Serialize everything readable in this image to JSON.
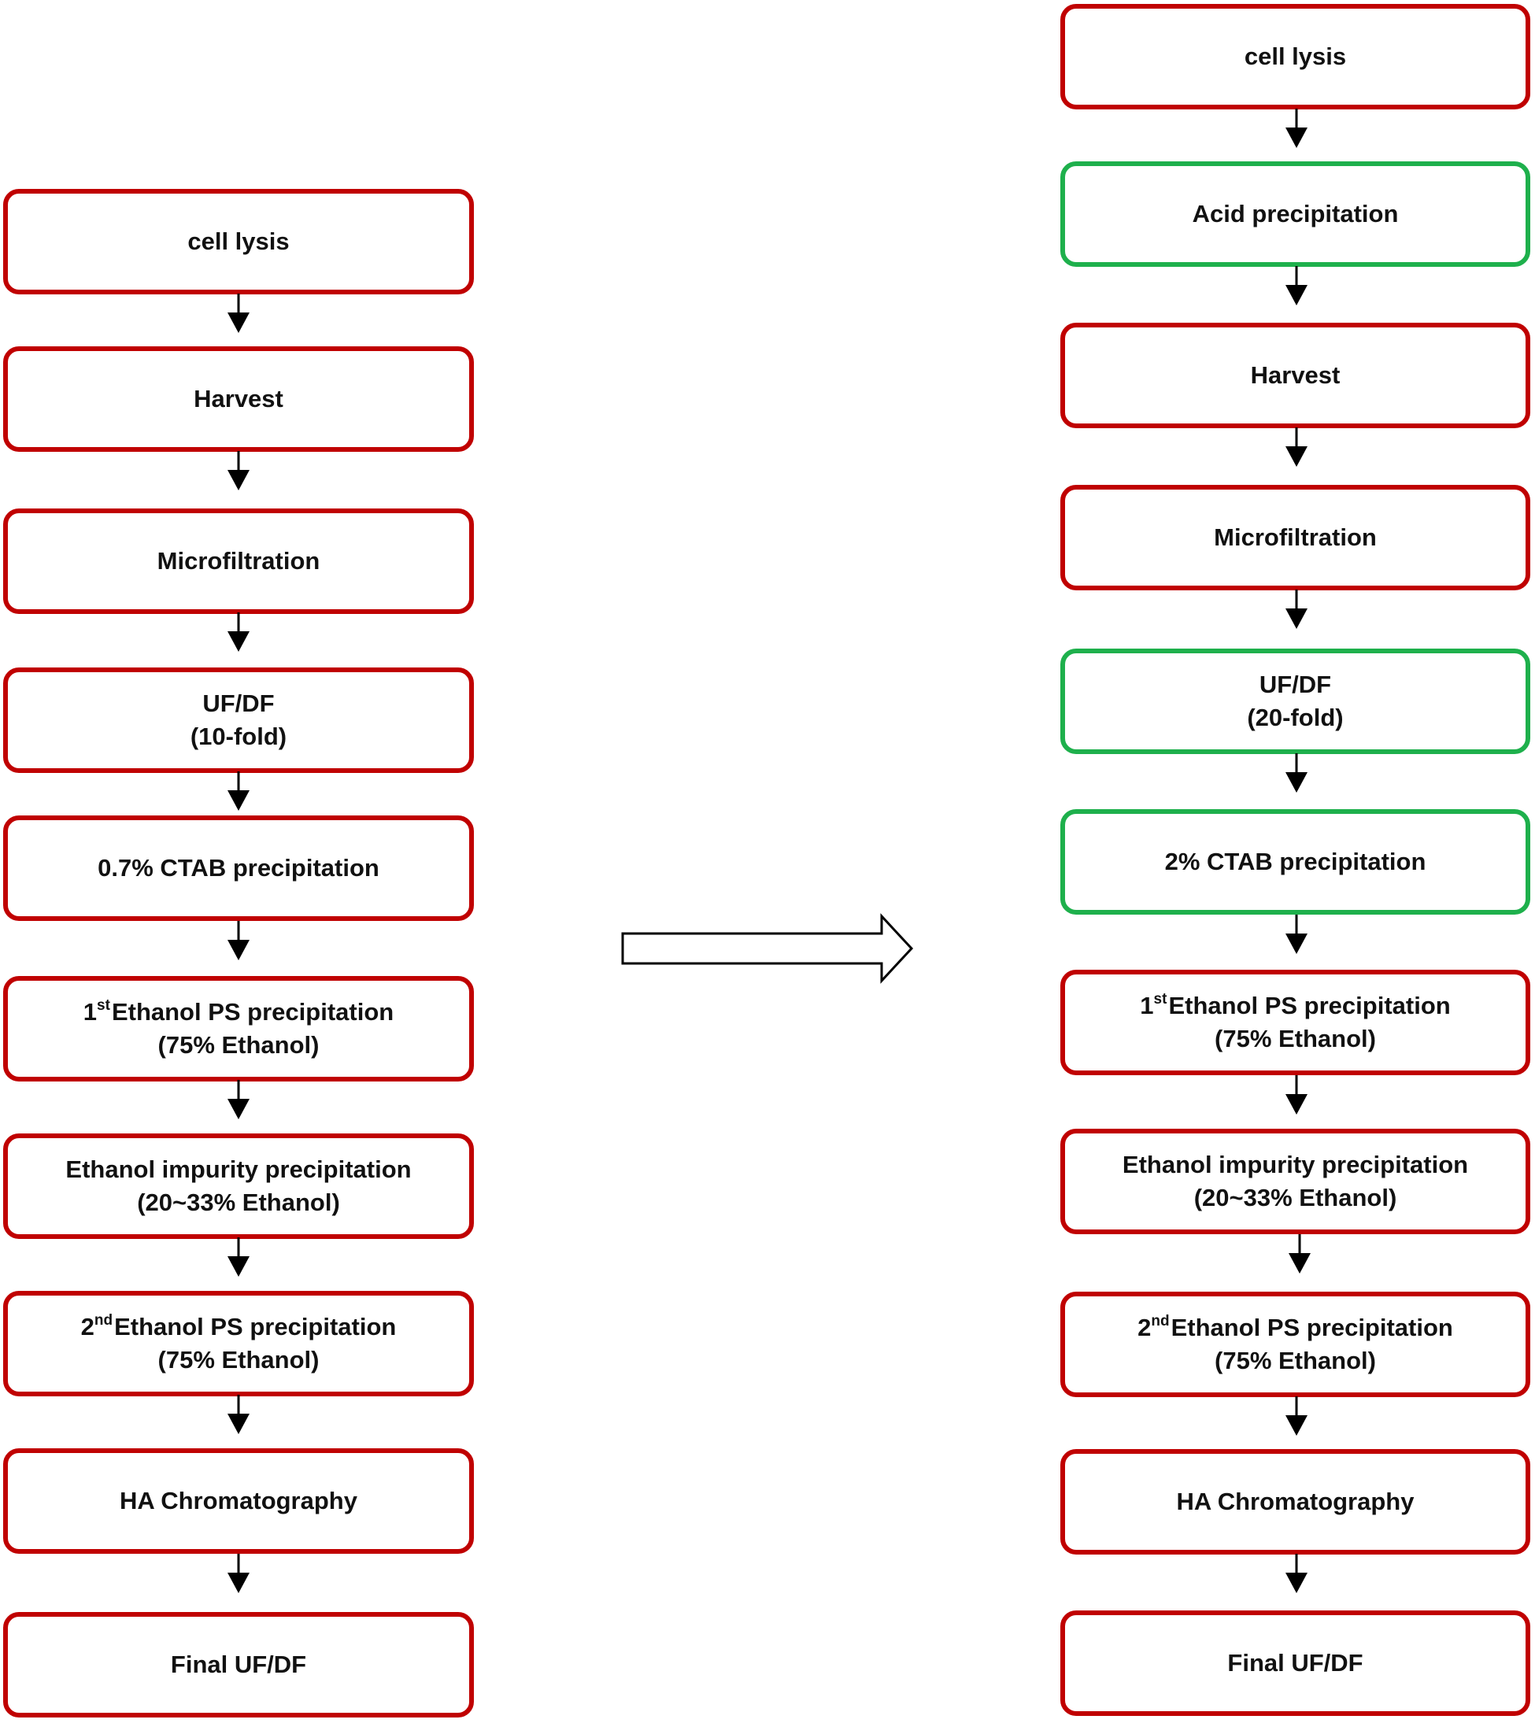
{
  "colors": {
    "standard_border": "#c00000",
    "changed_border": "#1eb04c",
    "arrow": "#000000"
  },
  "left_flow": [
    {
      "label": "cell lysis"
    },
    {
      "label": "Harvest"
    },
    {
      "label": "Microfiltration"
    },
    {
      "label": "UF/DF",
      "sub": "(10-fold)"
    },
    {
      "label": "0.7% CTAB precipitation"
    },
    {
      "ord_num": "1",
      "ord_sup": "st",
      "label": "Ethanol PS precipitation",
      "sub": "(75% Ethanol)"
    },
    {
      "label": "Ethanol impurity precipitation",
      "sub": "(20~33% Ethanol)"
    },
    {
      "ord_num": "2",
      "ord_sup": "nd",
      "label": "Ethanol PS precipitation",
      "sub": "(75% Ethanol)"
    },
    {
      "label": "HA Chromatography"
    },
    {
      "label": "Final UF/DF"
    }
  ],
  "right_flow": [
    {
      "label": "cell lysis"
    },
    {
      "label": "Acid precipitation",
      "changed": true
    },
    {
      "label": "Harvest"
    },
    {
      "label": "Microfiltration"
    },
    {
      "label": "UF/DF",
      "sub": "(20-fold)",
      "changed": true
    },
    {
      "label": "2% CTAB precipitation",
      "changed": true
    },
    {
      "ord_num": "1",
      "ord_sup": "st",
      "label": "Ethanol PS precipitation",
      "sub": "(75% Ethanol)"
    },
    {
      "label": "Ethanol impurity precipitation",
      "sub": "(20~33% Ethanol)"
    },
    {
      "ord_num": "2",
      "ord_sup": "nd",
      "label": "Ethanol PS precipitation",
      "sub": "(75% Ethanol)"
    },
    {
      "label": "HA Chromatography"
    },
    {
      "label": "Final UF/DF"
    }
  ]
}
